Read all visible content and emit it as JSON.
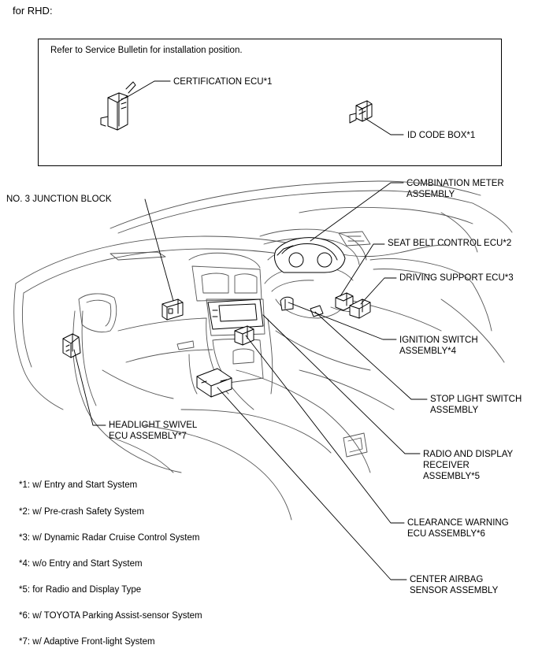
{
  "heading": "for RHD:",
  "inset": {
    "note": "Refer to Service Bulletin for installation position.",
    "labels": {
      "certification_ecu": "CERTIFICATION ECU*1",
      "id_code_box": "ID CODE BOX*1"
    }
  },
  "labels": {
    "junction_block": "NO. 3 JUNCTION BLOCK",
    "combination_meter": [
      "COMBINATION METER",
      "ASSEMBLY"
    ],
    "seat_belt_ecu": "SEAT BELT CONTROL ECU*2",
    "driving_support_ecu": "DRIVING SUPPORT ECU*3",
    "ignition_switch": [
      "IGNITION SWITCH",
      "ASSEMBLY*4"
    ],
    "stop_light_switch": [
      "STOP LIGHT SWITCH",
      "ASSEMBLY"
    ],
    "headlight_swivel": [
      "HEADLIGHT SWIVEL",
      "ECU ASSEMBLY*7"
    ],
    "radio_display": [
      "RADIO AND DISPLAY",
      "RECEIVER",
      "ASSEMBLY*5"
    ],
    "clearance_warning": [
      "CLEARANCE WARNING",
      "ECU ASSEMBLY*6"
    ],
    "center_airbag": [
      "CENTER AIRBAG",
      "SENSOR ASSEMBLY"
    ]
  },
  "footnotes": [
    "*1: w/ Entry and Start System",
    "*2: w/ Pre-crash Safety System",
    "*3: w/ Dynamic Radar Cruise Control System",
    "*4: w/o Entry and Start System",
    "*5: for Radio and Display Type",
    "*6: w/ TOYOTA Parking Assist-sensor System",
    "*7: w/ Adaptive Front-light System"
  ]
}
